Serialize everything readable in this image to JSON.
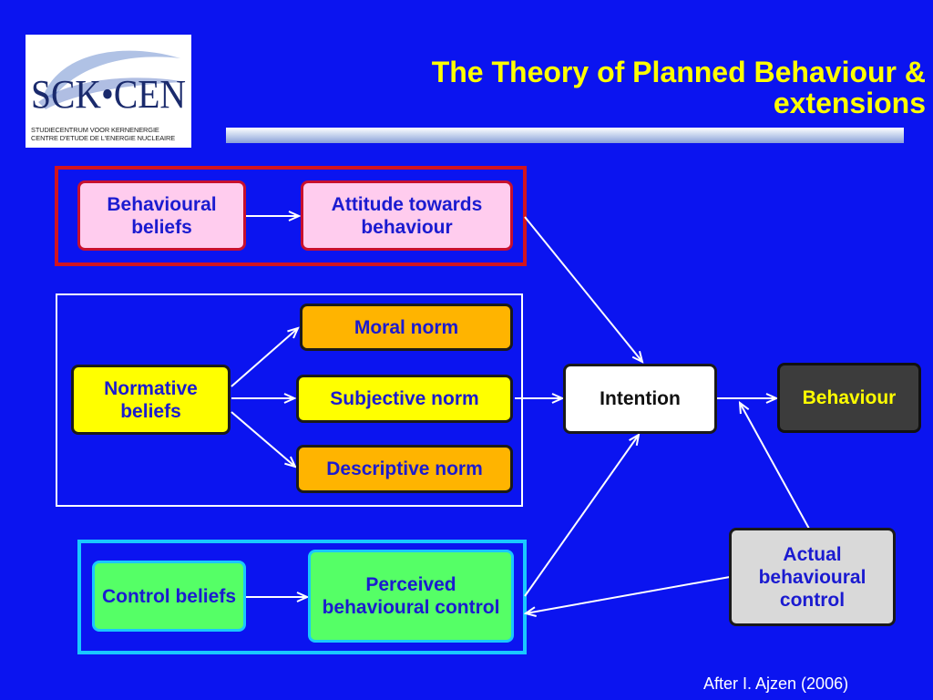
{
  "logo": {
    "wordmark": "SCK•CEN",
    "line1": "STUDIECENTRUM VOOR KERNENERGIE",
    "line2": "CENTRE D'ETUDE DE L'ENERGIE NUCLEAIRE"
  },
  "title": {
    "line1": "The Theory of Planned Behaviour &",
    "line2": "extensions"
  },
  "nodes": {
    "behavioural_beliefs": "Behavioural beliefs",
    "attitude": "Attitude towards behaviour",
    "moral_norm": "Moral norm",
    "normative_beliefs": "Normative beliefs",
    "subjective_norm": "Subjective norm",
    "descriptive_norm": "Descriptive norm",
    "intention": "Intention",
    "behaviour": "Behaviour",
    "control_beliefs": "Control beliefs",
    "perceived_control": "Perceived behavioural control",
    "actual_control": "Actual behavioural control"
  },
  "citation": "After I. Ajzen (2006)",
  "colors": {
    "background": "#0b14f0",
    "title": "#ffff00",
    "node_text": "#1b1bd0",
    "group_red": "#d2141e",
    "group_cyan": "#19c8ff"
  }
}
